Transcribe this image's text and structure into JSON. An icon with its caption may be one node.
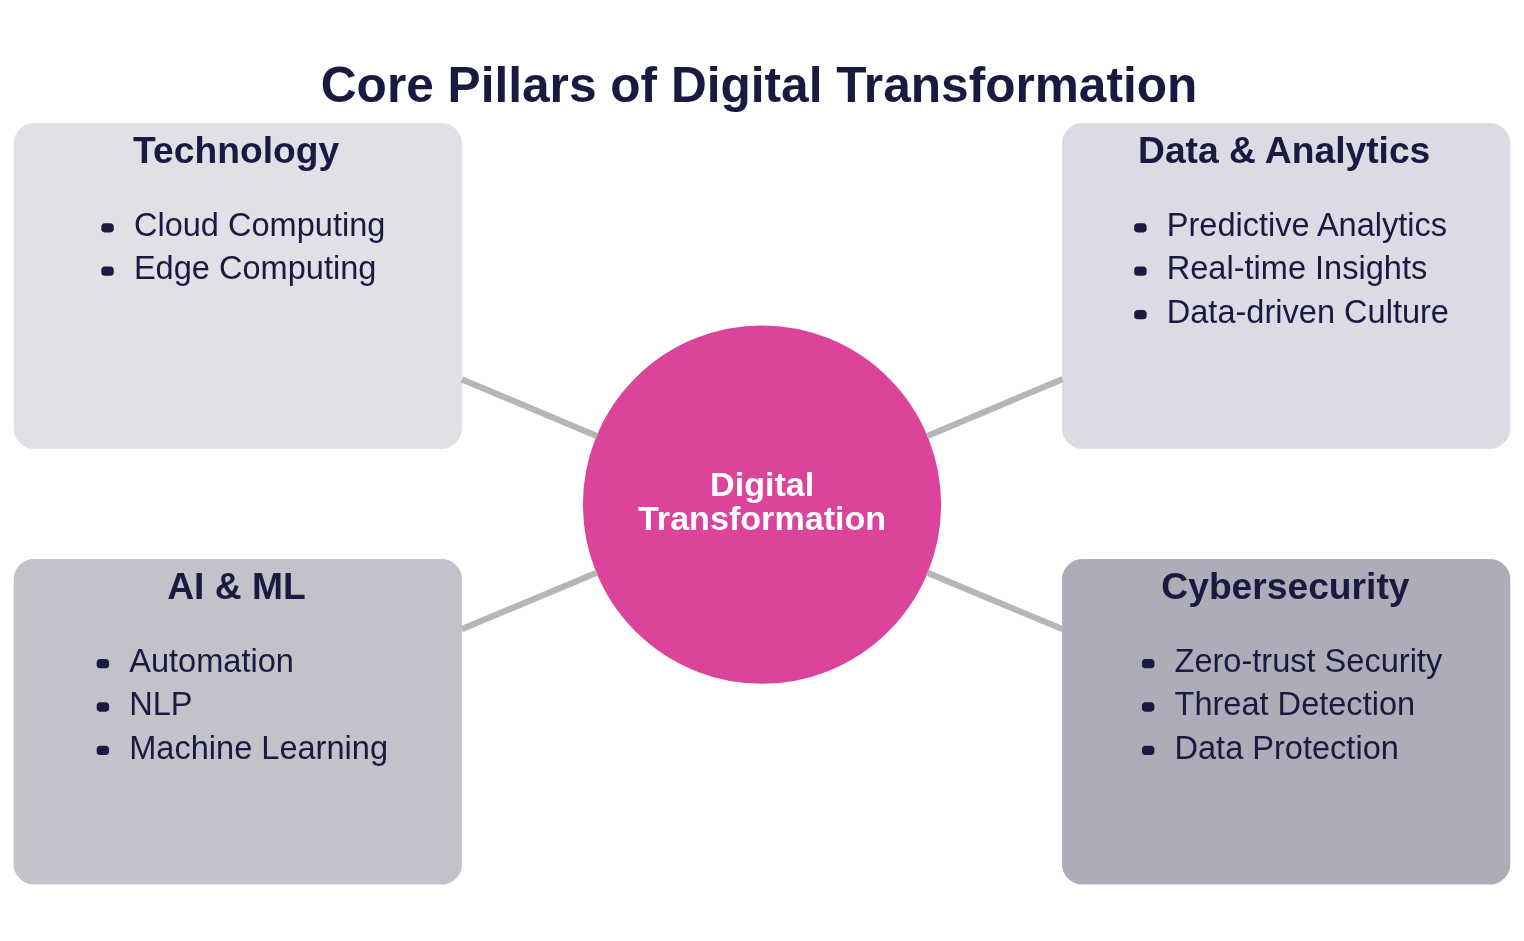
{
  "diagram": {
    "title": "Core Pillars of Digital Transformation",
    "nodes": [
      {
        "text": [
          "Technology",
          "Cloud Computing",
          "Edge Computing"
        ]
      },
      {
        "text": [
          "Data & Analytics",
          "Predictive Analytics",
          "Real-time Insights",
          "Data-driven Culture"
        ]
      },
      {
        "text": [
          "Digital Transformation"
        ]
      },
      {
        "text": [
          "AI & ML",
          "Automation",
          "NLP",
          "Machine Learning"
        ]
      },
      {
        "text": [
          "Cybersecurity",
          "Zero-trust Security",
          "Threat Detection",
          "Data Protection"
        ]
      }
    ],
    "edges": [
      {
        "from": 0,
        "to": 2,
        "arrow": "none"
      },
      {
        "from": 2,
        "to": 1,
        "arrow": "none"
      },
      {
        "from": 3,
        "to": 2,
        "arrow": "none"
      },
      {
        "from": 2,
        "to": 4,
        "arrow": "none"
      }
    ]
  }
}
